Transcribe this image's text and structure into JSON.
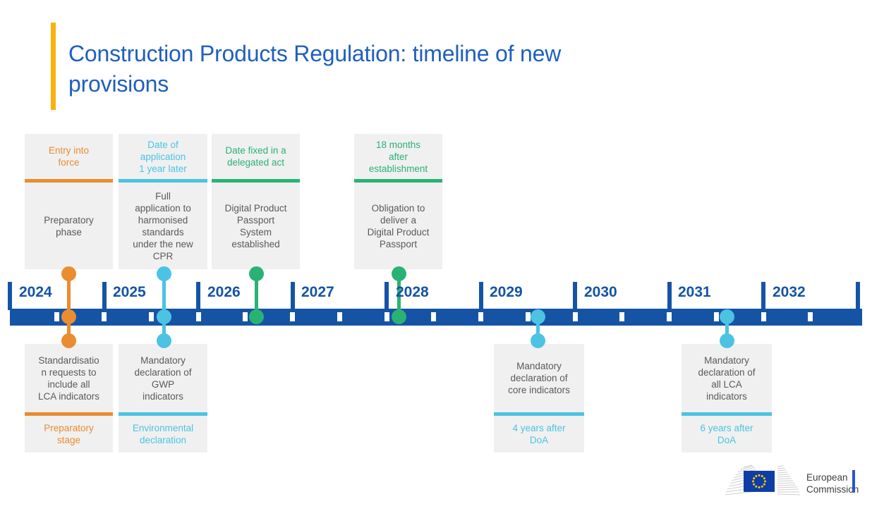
{
  "slide": {
    "title": "Construction Products Regulation: timeline of new\nprovisions"
  },
  "timeline": {
    "years": [
      "2024",
      "2025",
      "2026",
      "2027",
      "2028",
      "2029",
      "2030",
      "2031",
      "2032"
    ]
  },
  "events_top": [
    {
      "header": "Entry into\nforce",
      "body": "Preparatory\nphase",
      "color": "orange"
    },
    {
      "header": "Date of\napplication\n1 year later",
      "body": "Full\napplication to\nharmonised\nstandards\nunder the new\nCPR",
      "color": "cyan"
    },
    {
      "header": "Date fixed in a\ndelegated act",
      "body": "Digital Product\nPassport\nSystem\nestablished",
      "color": "green"
    },
    {
      "header": "18 months\nafter\nestablishment",
      "body": "Obligation to\ndeliver a\nDigital Product\nPassport",
      "color": "green"
    }
  ],
  "events_bottom": [
    {
      "body": "Standardisatio\nn requests to\ninclude all\nLCA indicators",
      "footer": "Preparatory\nstage",
      "color": "orange"
    },
    {
      "body": "Mandatory\ndeclaration of\nGWP\nindicators",
      "footer": "Environmental\ndeclaration",
      "color": "cyan"
    },
    {
      "body": "Mandatory\ndeclaration of\ncore indicators",
      "footer": "4 years after\nDoA",
      "color": "cyan"
    },
    {
      "body": "Mandatory\ndeclaration of\nall LCA\nindicators",
      "footer": "6 years after\nDoA",
      "color": "cyan"
    }
  ],
  "logo": {
    "org_line1": "European",
    "org_line2": "Commission"
  },
  "colors": {
    "navy": "#1554A5",
    "titleblue": "#1F5FBE",
    "yellow": "#F9B20D",
    "orange": "#EA8C30",
    "cyan": "#4CC3E2",
    "green": "#2AB275",
    "boxgray": "#F0F0F0",
    "bodytext": "#5A5A5A",
    "flagblue": "#0E3DA6",
    "staryellow": "#FFCC00"
  }
}
